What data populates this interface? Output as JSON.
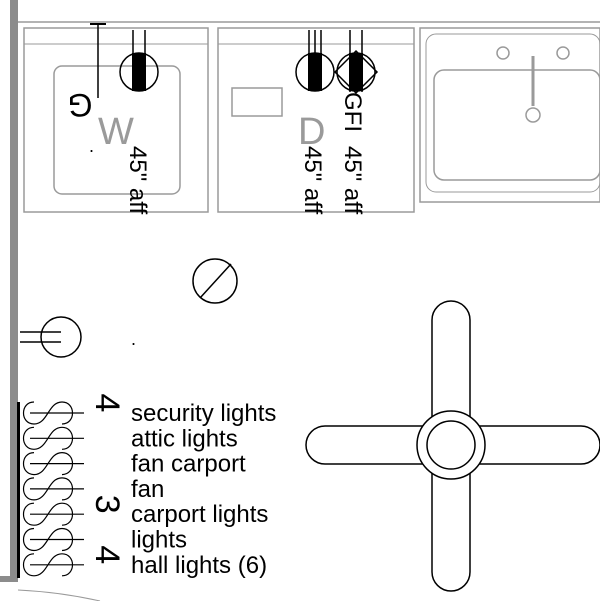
{
  "plan": {
    "washer": {
      "letter": "W",
      "gas_symbol": "G",
      "outlet_height": "45\" aff"
    },
    "dryer": {
      "letter": "D",
      "outlet_height": "45\" aff"
    },
    "gfi": {
      "label": "GFI",
      "outlet_height": "45\" aff"
    },
    "dot": "."
  },
  "switch_panel": {
    "items": [
      {
        "label": "security lights",
        "switch_type": "4"
      },
      {
        "label": "attic lights",
        "switch_type": ""
      },
      {
        "label": "fan carport",
        "switch_type": ""
      },
      {
        "label": "fan",
        "switch_type": ""
      },
      {
        "label": "carport lights",
        "switch_type": "3"
      },
      {
        "label": "lights",
        "switch_type": ""
      },
      {
        "label": "hall lights (6)",
        "switch_type": "4"
      }
    ]
  },
  "colors": {
    "line": "#000000",
    "fixture_gray": "#9a9a9a",
    "wall_gray": "#8c8c8c"
  }
}
